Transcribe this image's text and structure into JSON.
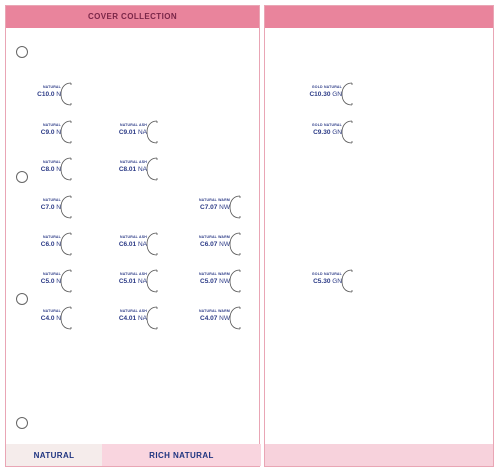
{
  "header": {
    "title": "COVER COLLECTION"
  },
  "footer": {
    "tabs": [
      "NATURAL",
      "RICH NATURAL"
    ]
  },
  "swatches": [
    {
      "meta": "NATURAL",
      "code": "C10.0",
      "suffix": "N",
      "panel": "left",
      "col": 0,
      "row": 0
    },
    {
      "meta": "NATURAL",
      "code": "C9.0",
      "suffix": "N",
      "panel": "left",
      "col": 0,
      "row": 1
    },
    {
      "meta": "NATURAL",
      "code": "C8.0",
      "suffix": "N",
      "panel": "left",
      "col": 0,
      "row": 2
    },
    {
      "meta": "NATURAL",
      "code": "C7.0",
      "suffix": "N",
      "panel": "left",
      "col": 0,
      "row": 3
    },
    {
      "meta": "NATURAL",
      "code": "C6.0",
      "suffix": "N",
      "panel": "left",
      "col": 0,
      "row": 4
    },
    {
      "meta": "NATURAL",
      "code": "C5.0",
      "suffix": "N",
      "panel": "left",
      "col": 0,
      "row": 5
    },
    {
      "meta": "NATURAL",
      "code": "C4.0",
      "suffix": "N",
      "panel": "left",
      "col": 0,
      "row": 6
    },
    {
      "meta": "NATURAL ASH",
      "code": "C9.01",
      "suffix": "NA",
      "panel": "left",
      "col": 1,
      "row": 1
    },
    {
      "meta": "NATURAL ASH",
      "code": "C8.01",
      "suffix": "NA",
      "panel": "left",
      "col": 1,
      "row": 2
    },
    {
      "meta": "NATURAL ASH",
      "code": "C6.01",
      "suffix": "NA",
      "panel": "left",
      "col": 1,
      "row": 4
    },
    {
      "meta": "NATURAL ASH",
      "code": "C5.01",
      "suffix": "NA",
      "panel": "left",
      "col": 1,
      "row": 5
    },
    {
      "meta": "NATURAL ASH",
      "code": "C4.01",
      "suffix": "NA",
      "panel": "left",
      "col": 1,
      "row": 6
    },
    {
      "meta": "NATURAL WARM",
      "code": "C7.07",
      "suffix": "NW",
      "panel": "left",
      "col": 2,
      "row": 3
    },
    {
      "meta": "NATURAL WARM",
      "code": "C6.07",
      "suffix": "NW",
      "panel": "left",
      "col": 2,
      "row": 4
    },
    {
      "meta": "NATURAL WARM",
      "code": "C5.07",
      "suffix": "NW",
      "panel": "left",
      "col": 2,
      "row": 5
    },
    {
      "meta": "NATURAL WARM",
      "code": "C4.07",
      "suffix": "NW",
      "panel": "left",
      "col": 2,
      "row": 6
    },
    {
      "meta": "GOLD NATURAL",
      "code": "C10.30",
      "suffix": "GN",
      "panel": "right",
      "col": 0,
      "row": 0
    },
    {
      "meta": "GOLD NATURAL",
      "code": "C9.30",
      "suffix": "GN",
      "panel": "right",
      "col": 0,
      "row": 1
    },
    {
      "meta": "GOLD NATURAL",
      "code": "C5.30",
      "suffix": "GN",
      "panel": "right",
      "col": 0,
      "row": 5
    }
  ],
  "colors": {
    "header": "#e9849c",
    "text": "#2b3a86",
    "footer_natural": "#f5eceb",
    "footer_rich": "#f9d5df"
  }
}
